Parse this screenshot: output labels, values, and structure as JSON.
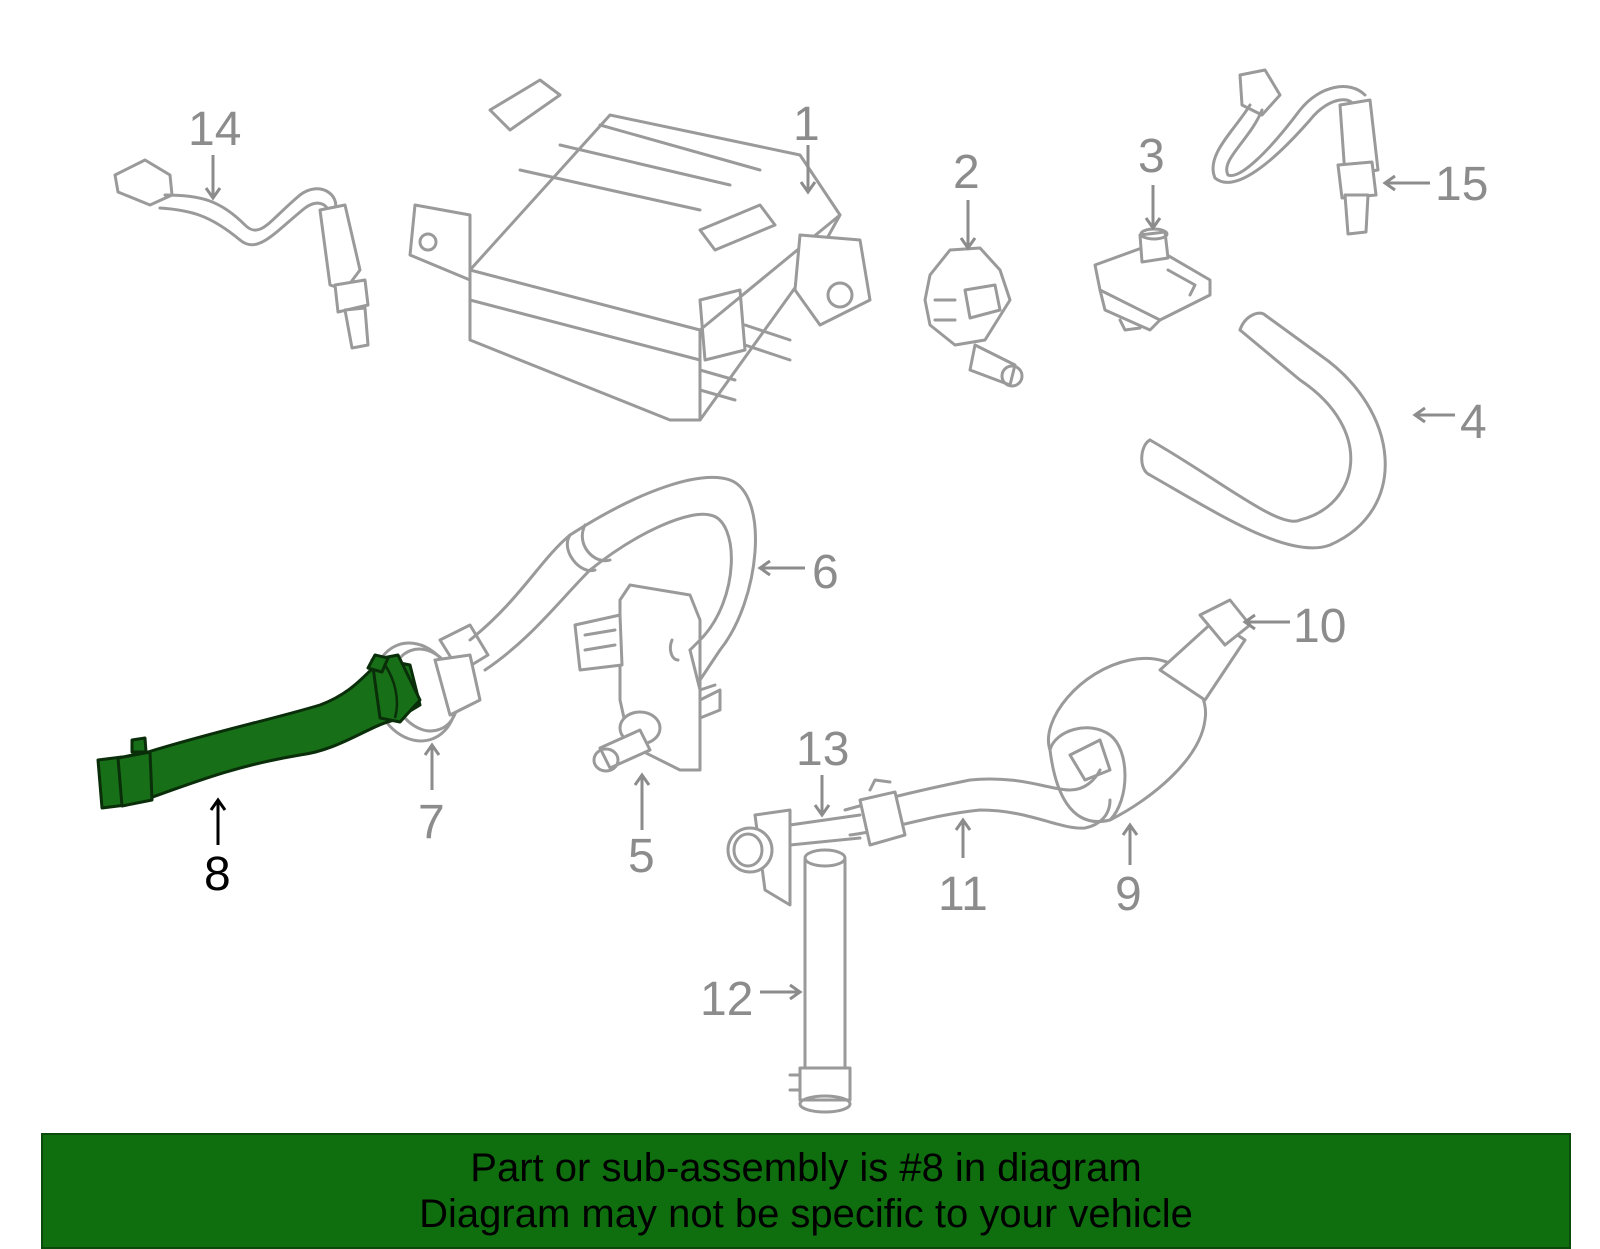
{
  "highlighted_part": "8",
  "colors": {
    "highlight": "#176f17",
    "banner": "#0f6f0f",
    "parts_outline": "#9a9a9a"
  },
  "callouts": [
    "1",
    "2",
    "3",
    "4",
    "5",
    "6",
    "7",
    "8",
    "9",
    "10",
    "11",
    "12",
    "13",
    "14",
    "15"
  ],
  "banner": {
    "line1": "Part or sub-assembly is #8 in diagram",
    "line2": "Diagram may not be specific to your vehicle"
  }
}
